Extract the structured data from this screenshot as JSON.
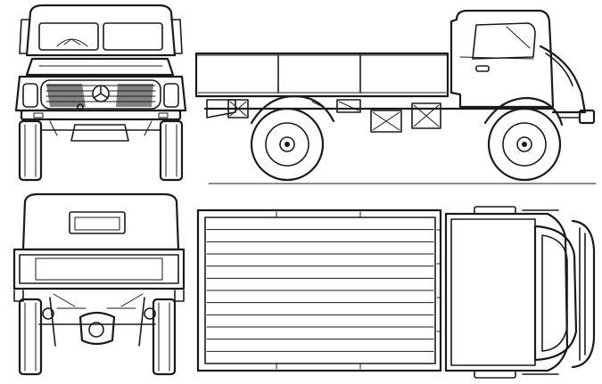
{
  "drawing": {
    "views": [
      {
        "id": "front",
        "kind": "front-elevation"
      },
      {
        "id": "side",
        "kind": "side-elevation"
      },
      {
        "id": "rear",
        "kind": "rear-elevation"
      },
      {
        "id": "top",
        "kind": "plan-view"
      }
    ],
    "line_color": "#1a1a1a",
    "background": "#ffffff",
    "bed_plank_count": 12
  }
}
